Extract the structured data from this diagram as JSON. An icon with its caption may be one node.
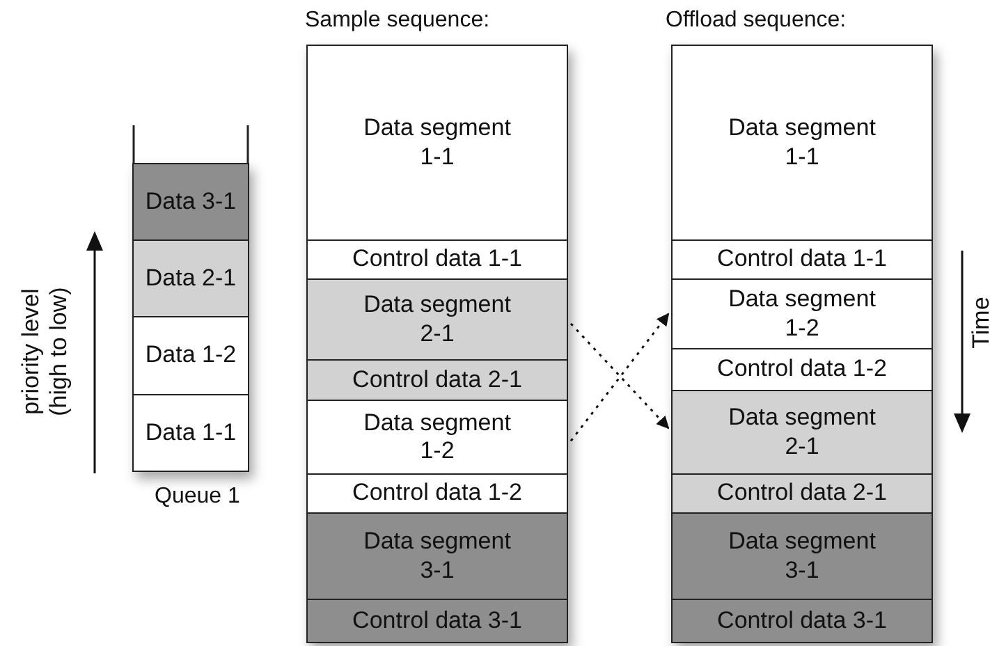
{
  "diagram": {
    "nodes": [
      {
        "text": [
          "Queue 1"
        ]
      },
      {
        "text": [
          "Data 3-1"
        ],
        "in": 0
      },
      {
        "text": [
          "Data 2-1"
        ],
        "in": 0
      },
      {
        "text": [
          "Data 1-2"
        ],
        "in": 0
      },
      {
        "text": [
          "Data 1-1"
        ],
        "in": 0
      },
      {
        "text": [
          "Sample sequence:"
        ]
      },
      {
        "text": [
          "Data segment 1-1"
        ],
        "in": 5
      },
      {
        "text": [
          "Control data 1-1"
        ],
        "in": 5
      },
      {
        "text": [
          "Data segment 2-1"
        ],
        "in": 5
      },
      {
        "text": [
          "Control data 2-1"
        ],
        "in": 5
      },
      {
        "text": [
          "Data segment 1-2"
        ],
        "in": 5
      },
      {
        "text": [
          "Control data 1-2"
        ],
        "in": 5
      },
      {
        "text": [
          "Data segment 3-1"
        ],
        "in": 5
      },
      {
        "text": [
          "Control data 3-1"
        ],
        "in": 5
      },
      {
        "text": [
          "Offload sequence:"
        ]
      },
      {
        "text": [
          "Data segment 1-1"
        ],
        "in": 14
      },
      {
        "text": [
          "Control data 1-1"
        ],
        "in": 14
      },
      {
        "text": [
          "Data segment 1-2"
        ],
        "in": 14
      },
      {
        "text": [
          "Control data 1-2"
        ],
        "in": 14
      },
      {
        "text": [
          "Data segment 2-1"
        ],
        "in": 14
      },
      {
        "text": [
          "Control data 2-1"
        ],
        "in": 14
      },
      {
        "text": [
          "Data segment 3-1"
        ],
        "in": 14
      },
      {
        "text": [
          "Control data 3-1"
        ],
        "in": 14
      }
    ],
    "edges": [
      {
        "from": 8,
        "to": 19,
        "arrow": "to",
        "style": "dashed"
      },
      {
        "from": 10,
        "to": 17,
        "arrow": "to",
        "style": "dashed"
      }
    ],
    "labels": [
      "priority level (high to low)",
      "Time"
    ]
  }
}
